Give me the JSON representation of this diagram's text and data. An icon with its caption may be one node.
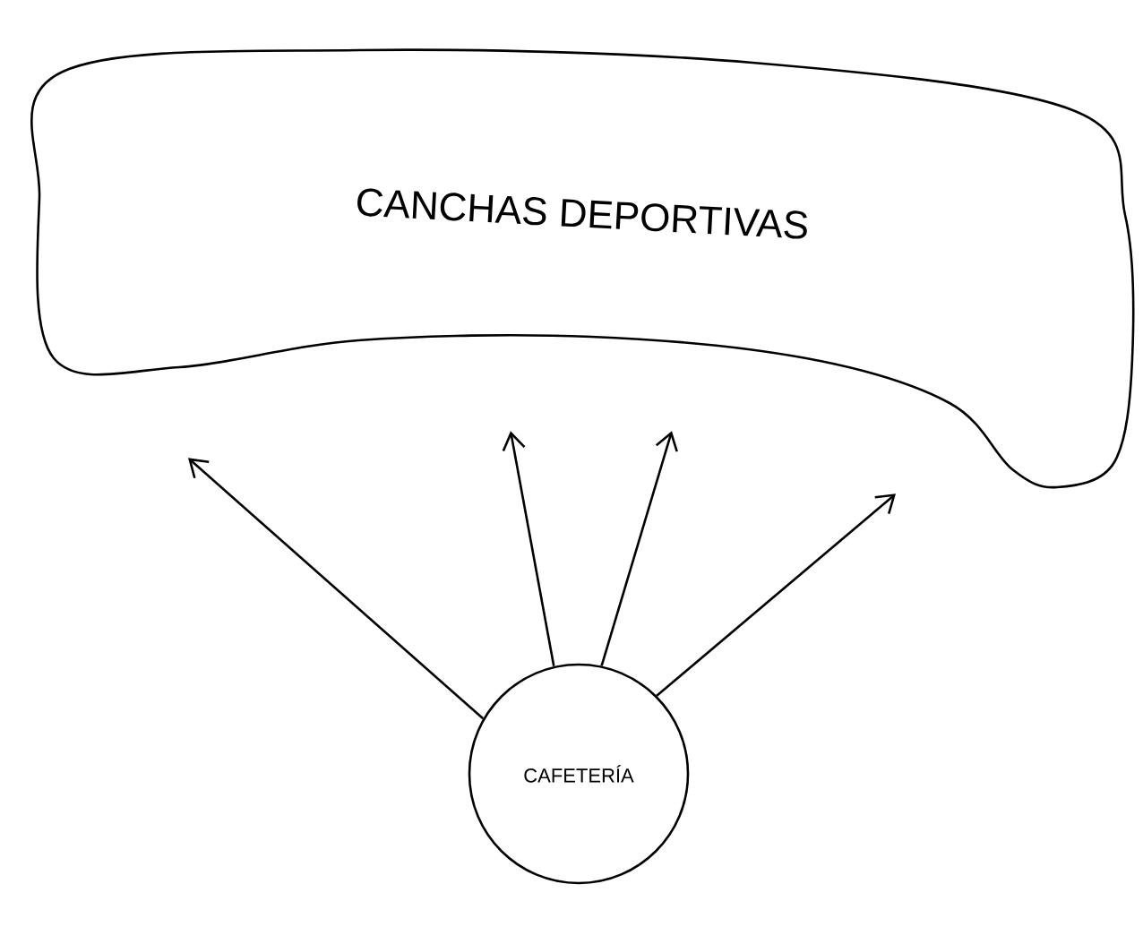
{
  "diagram": {
    "nodes": [
      {
        "text": [
          "CANCHAS DEPORTIVAS"
        ]
      },
      {
        "text": [
          "CAFETERÍA"
        ]
      }
    ],
    "edges": [
      {
        "from": 1,
        "to": 0,
        "arrow": "to"
      },
      {
        "from": 1,
        "to": 0,
        "arrow": "to"
      },
      {
        "from": 1,
        "to": 0,
        "arrow": "to"
      },
      {
        "from": 1,
        "to": 0,
        "arrow": "to"
      }
    ]
  }
}
